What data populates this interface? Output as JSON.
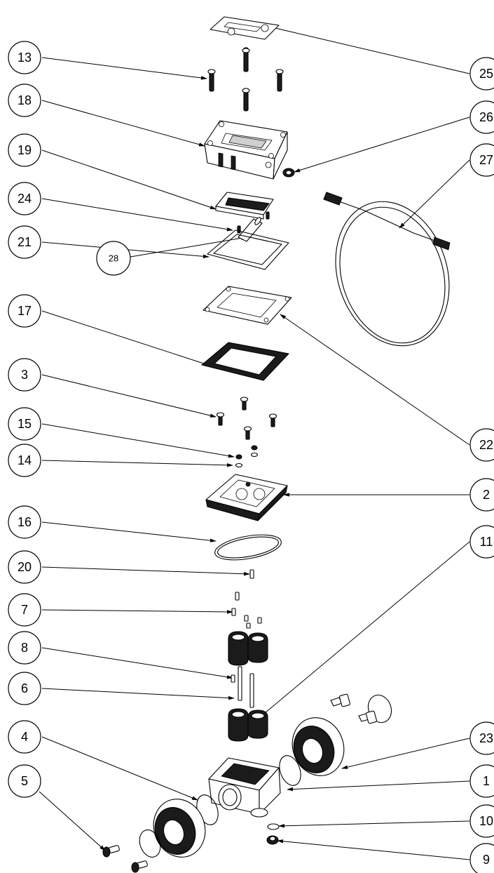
{
  "callouts": [
    {
      "id": "13",
      "label": "13"
    },
    {
      "id": "18",
      "label": "18"
    },
    {
      "id": "19",
      "label": "19"
    },
    {
      "id": "24",
      "label": "24"
    },
    {
      "id": "21",
      "label": "21"
    },
    {
      "id": "28",
      "label": "28"
    },
    {
      "id": "17",
      "label": "17"
    },
    {
      "id": "3",
      "label": "3"
    },
    {
      "id": "15",
      "label": "15"
    },
    {
      "id": "14",
      "label": "14"
    },
    {
      "id": "16",
      "label": "16"
    },
    {
      "id": "20",
      "label": "20"
    },
    {
      "id": "7",
      "label": "7"
    },
    {
      "id": "8",
      "label": "8"
    },
    {
      "id": "6",
      "label": "6"
    },
    {
      "id": "4",
      "label": "4"
    },
    {
      "id": "5",
      "label": "5"
    },
    {
      "id": "25",
      "label": "25"
    },
    {
      "id": "26",
      "label": "26"
    },
    {
      "id": "27",
      "label": "27"
    },
    {
      "id": "22",
      "label": "22"
    },
    {
      "id": "2",
      "label": "2"
    },
    {
      "id": "11",
      "label": "11"
    },
    {
      "id": "23",
      "label": "23"
    },
    {
      "id": "1",
      "label": "1"
    },
    {
      "id": "10",
      "label": "10"
    },
    {
      "id": "9",
      "label": "9"
    }
  ],
  "colors": {
    "line": "#000000",
    "background": "#ffffff",
    "gear": "#1b1b1b"
  }
}
